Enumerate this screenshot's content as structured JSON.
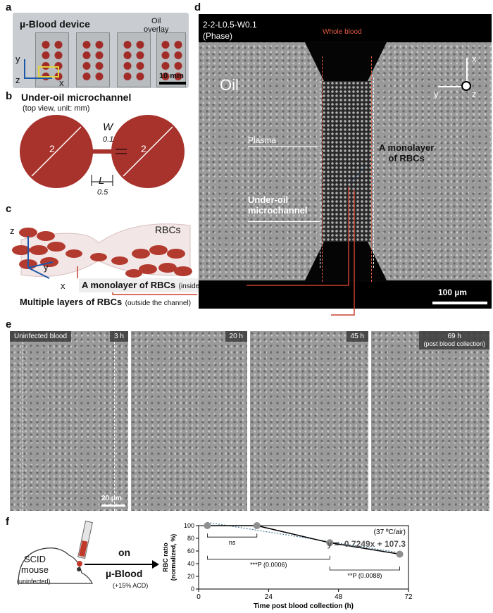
{
  "panel_a": {
    "label": "a",
    "title": "µ-Blood device",
    "oil_overlay": "Oil\noverlay",
    "scale": "10 mm",
    "axis_y": "y",
    "axis_x": "x",
    "axis_z": "z"
  },
  "panel_b": {
    "label": "b",
    "title": "Under-oil microchannel",
    "subtitle": "(top view, unit: mm)",
    "diam_left": "2",
    "diam_right": "2",
    "w_label": "W",
    "w_val": "0.1",
    "l_label": "L",
    "l_val": "0.5"
  },
  "panel_c": {
    "label": "c",
    "rbcs": "RBCs",
    "mono_bold": "A monolayer of RBCs",
    "mono_note": "(inside the channel)",
    "multi_bold": "Multiple layers of RBCs",
    "multi_note": "(outside the channel)",
    "axis_z": "z",
    "axis_y": "y",
    "axis_x": "x"
  },
  "panel_d": {
    "label": "d",
    "code": "2-2-L0.5-W0.1",
    "phase": "(Phase)",
    "whole_blood": "Whole blood",
    "oil": "Oil",
    "plasma": "Plasma",
    "monolayer": "A monolayer\nof RBCs",
    "under_oil": "Under-oil\nmicrochannel",
    "axis_x": "x",
    "axis_y": "y",
    "axis_z": "z",
    "scale": "100 µm"
  },
  "panel_e": {
    "label": "e",
    "frames": [
      {
        "tag_left": "Uninfected blood",
        "time": "3 h",
        "note": ""
      },
      {
        "tag_left": "",
        "time": "20 h",
        "note": ""
      },
      {
        "tag_left": "",
        "time": "45 h",
        "note": ""
      },
      {
        "tag_left": "",
        "time": "69 h",
        "note": "(post blood collection)"
      }
    ],
    "scale": "20 µm"
  },
  "panel_f": {
    "label": "f",
    "mouse": "SCID\nmouse",
    "uninfected": "(uninfected)",
    "on": "on",
    "device": "µ-Blood",
    "acd": "(+15% ACD)"
  },
  "chart_data": {
    "type": "line",
    "x": [
      3,
      20,
      45,
      69
    ],
    "y": [
      100,
      100,
      73,
      55
    ],
    "xlabel": "Time post blood collection (h)",
    "ylabel": "RBC ratio\n(normalized, %)",
    "xticks": [
      "0",
      "24",
      "48",
      "72"
    ],
    "yticks": [
      "0",
      "20",
      "40",
      "60",
      "80",
      "100"
    ],
    "xlim": [
      0,
      72
    ],
    "ylim": [
      0,
      100
    ],
    "condition": "(37 ºC/air)",
    "fit": "y = -0.7249x + 107.3",
    "fit_slope": -0.7249,
    "fit_intercept": 107.3,
    "annotations": [
      "ns",
      "***P (0.0006)",
      "**P (0.0088)"
    ]
  }
}
